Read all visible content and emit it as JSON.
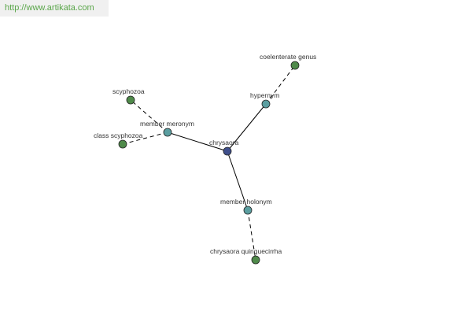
{
  "source_link": "http://www.artikata.com",
  "colors": {
    "center_node": "#3f4f8c",
    "relation_node": "#5b9ea0",
    "leaf_node": "#4f8a4a",
    "edge": "#000000",
    "link_text": "#5aa64a"
  },
  "graph": {
    "nodes": [
      {
        "id": "chrysaora",
        "label": "chrysaora",
        "kind": "center"
      },
      {
        "id": "hypernym",
        "label": "hypernym",
        "kind": "relation"
      },
      {
        "id": "member_meronym",
        "label": "member meronym",
        "kind": "relation"
      },
      {
        "id": "member_holonym",
        "label": "member holonym",
        "kind": "relation"
      },
      {
        "id": "coelenterate_genus",
        "label": "coelenterate genus",
        "kind": "leaf"
      },
      {
        "id": "scyphozoa",
        "label": "scyphozoa",
        "kind": "leaf"
      },
      {
        "id": "class_scyphozoa",
        "label": "class scyphozoa",
        "kind": "leaf"
      },
      {
        "id": "chrysaora_quinquecirrha",
        "label": "chrysaora quinquecirrha",
        "kind": "leaf"
      }
    ],
    "edges": [
      {
        "from": "chrysaora",
        "to": "hypernym",
        "style": "solid"
      },
      {
        "from": "chrysaora",
        "to": "member_meronym",
        "style": "solid"
      },
      {
        "from": "chrysaora",
        "to": "member_holonym",
        "style": "solid"
      },
      {
        "from": "hypernym",
        "to": "coelenterate_genus",
        "style": "dashed"
      },
      {
        "from": "member_meronym",
        "to": "scyphozoa",
        "style": "dashed"
      },
      {
        "from": "member_meronym",
        "to": "class_scyphozoa",
        "style": "dashed"
      },
      {
        "from": "member_holonym",
        "to": "chrysaora_quinquecirrha",
        "style": "dashed"
      }
    ]
  }
}
